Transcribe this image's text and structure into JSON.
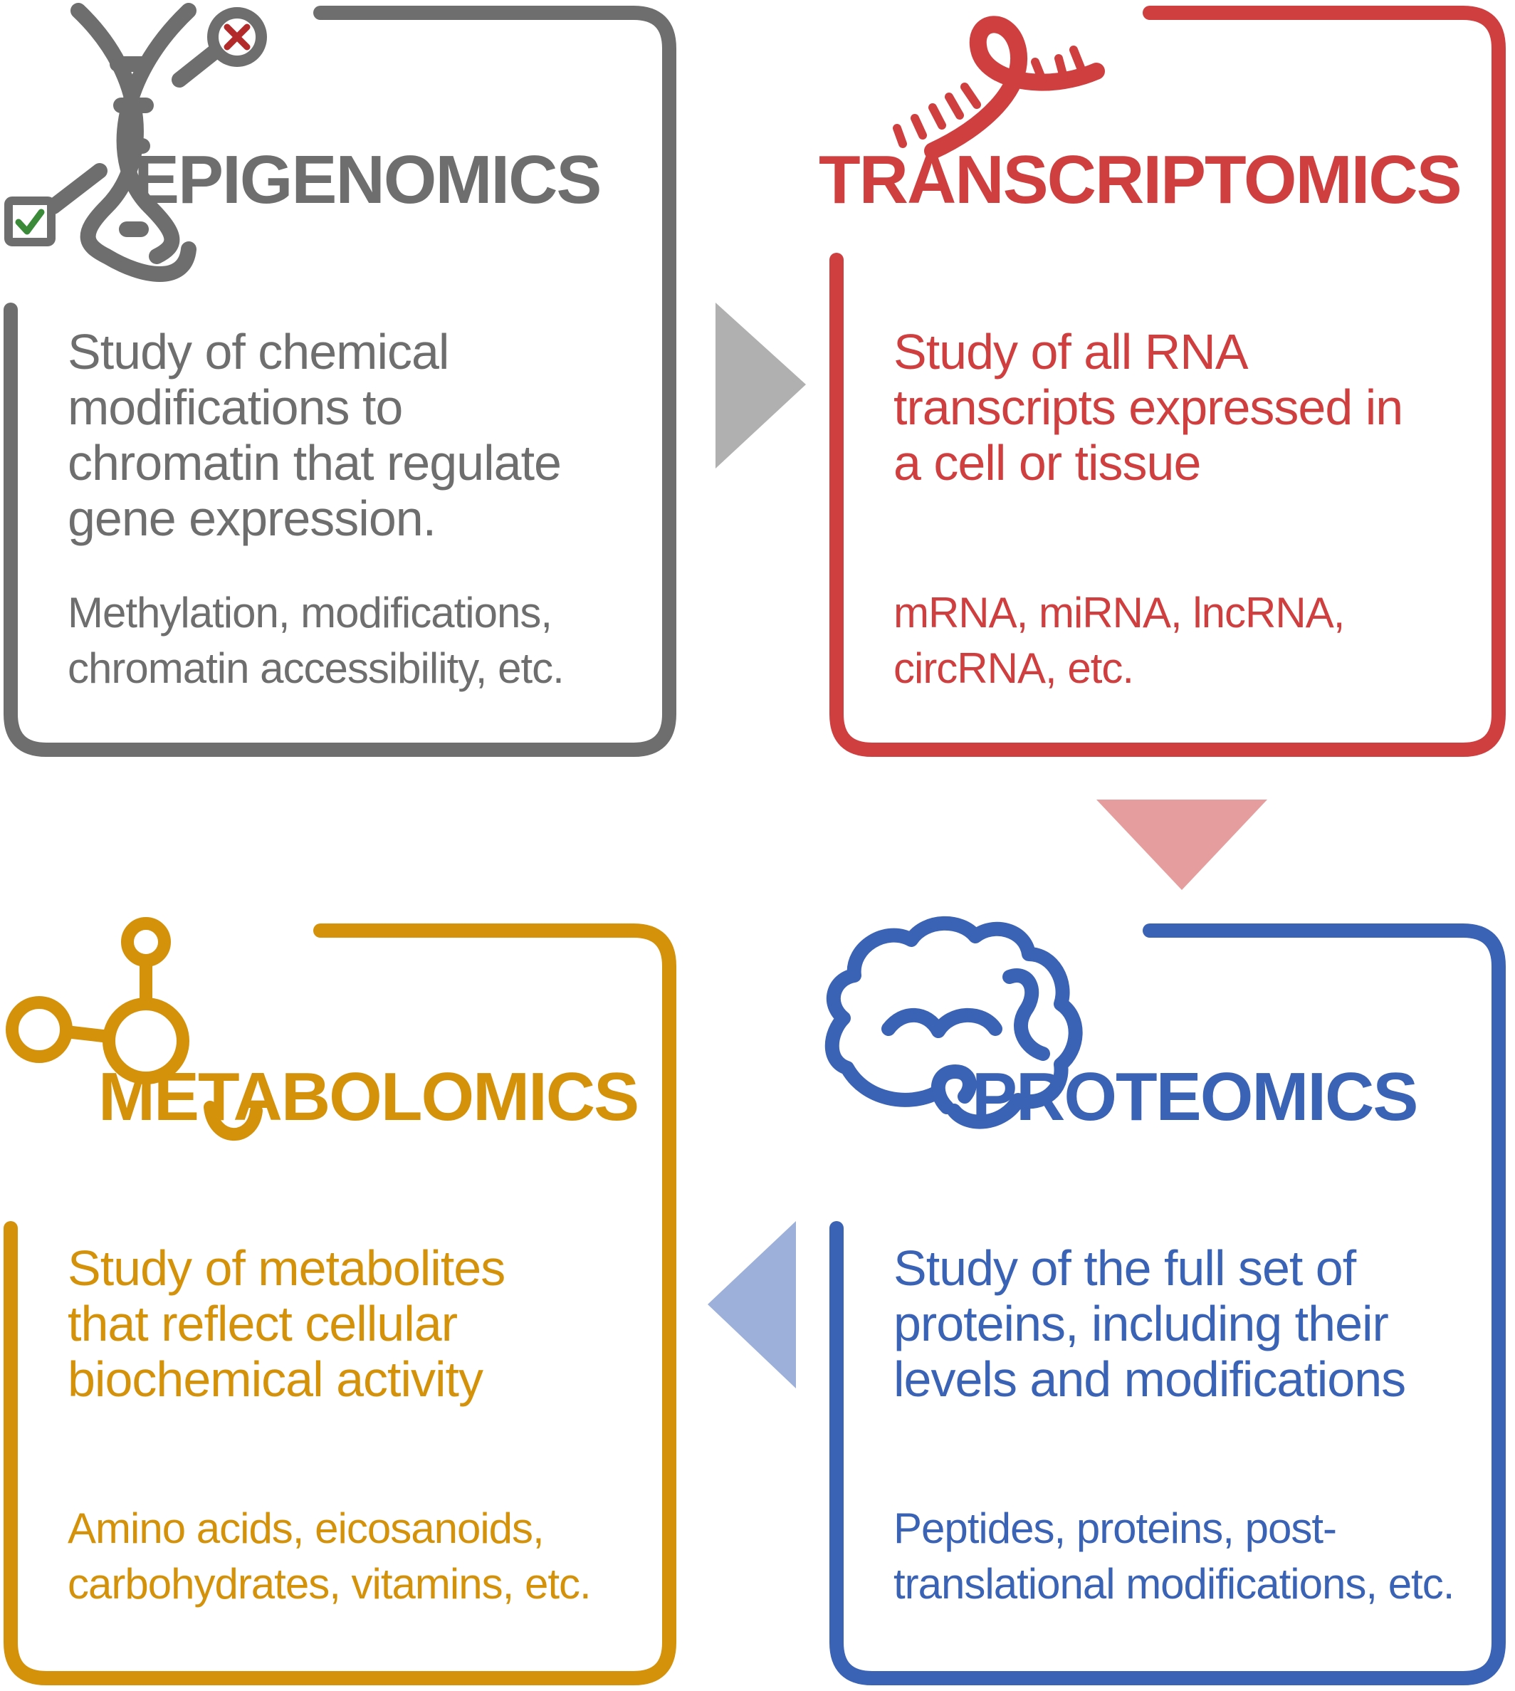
{
  "colors": {
    "epigenomics": "#6e6e6e",
    "transcriptomics": "#cf3f3f",
    "proteomics": "#3b63b5",
    "metabolomics": "#d4920b",
    "arrow_gray": "#b0b0b0",
    "arrow_red": "#e59d9d",
    "arrow_blue": "#9cb0d9",
    "check_green": "#3a8a3a",
    "cross_red": "#b22a2a"
  },
  "panels": {
    "epigenomics": {
      "title": "EPIGENOMICS",
      "icon": "dna-helix-icon",
      "description": [
        "Study of chemical",
        "modifications to",
        "chromatin that regulate",
        "gene expression."
      ],
      "examples": [
        "Methylation, modifications,",
        "chromatin accessibility, etc."
      ]
    },
    "transcriptomics": {
      "title": "TRANSCRIPTOMICS",
      "icon": "rna-strand-icon",
      "description": [
        "Study of all RNA",
        "transcripts expressed in",
        "a cell or tissue"
      ],
      "examples": [
        "mRNA, miRNA, lncRNA,",
        "circRNA, etc."
      ]
    },
    "metabolomics": {
      "title": "METABOLOMICS",
      "icon": "molecule-icon",
      "description": [
        "Study of metabolites",
        "that reflect cellular",
        "biochemical activity"
      ],
      "examples": [
        "Amino acids, eicosanoids,",
        "carbohydrates, vitamins, etc."
      ]
    },
    "proteomics": {
      "title": "PROTEOMICS",
      "icon": "folded-protein-icon",
      "description": [
        "Study of the full set of",
        "proteins, including their",
        "levels and modifications"
      ],
      "examples": [
        "Peptides, proteins, post-",
        "translational modifications, etc."
      ]
    }
  },
  "flow": [
    "epigenomics",
    "transcriptomics",
    "proteomics",
    "metabolomics"
  ]
}
